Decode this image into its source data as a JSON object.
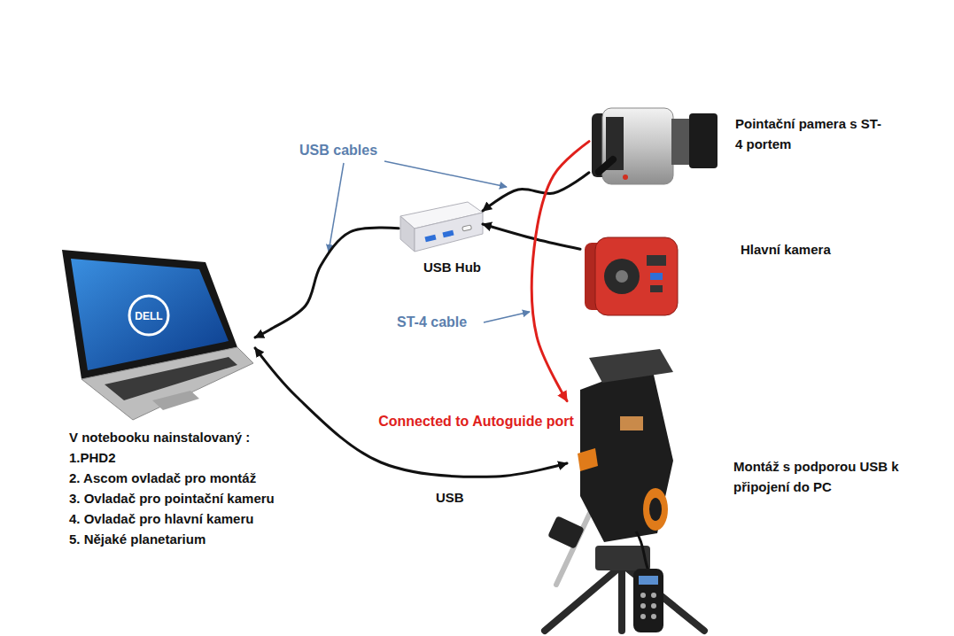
{
  "diagram": {
    "nodes": [
      {
        "text": [
          "Pointační pamera s ST-4 portem"
        ]
      },
      {
        "text": [
          "USB Hub"
        ]
      },
      {
        "text": [
          "Hlavní kamera"
        ]
      },
      {
        "text": [
          "V notebooku nainstalovaný :",
          "1.PHD2",
          "2. Ascom ovladač pro montáž",
          "3. Ovladač pro pointační kameru",
          "4. Ovladač pro hlavní kameru",
          "5. Nějaké planetarium"
        ]
      },
      {
        "text": [
          "Montáž s podporou USB k připojení do PC"
        ]
      }
    ],
    "edges": [
      {
        "from": 0,
        "to": 1,
        "arrow": "to"
      },
      {
        "from": 2,
        "to": 1,
        "arrow": "to"
      },
      {
        "from": 1,
        "to": 3,
        "arrow": "to"
      },
      {
        "from": 3,
        "to": 4,
        "arrow": "both",
        "label": "USB"
      },
      {
        "from": 0,
        "to": 4,
        "arrow": "to"
      }
    ],
    "labels": [
      "USB cables",
      "ST-4 cable",
      "Connected to Autoguide port",
      "DELL"
    ]
  }
}
